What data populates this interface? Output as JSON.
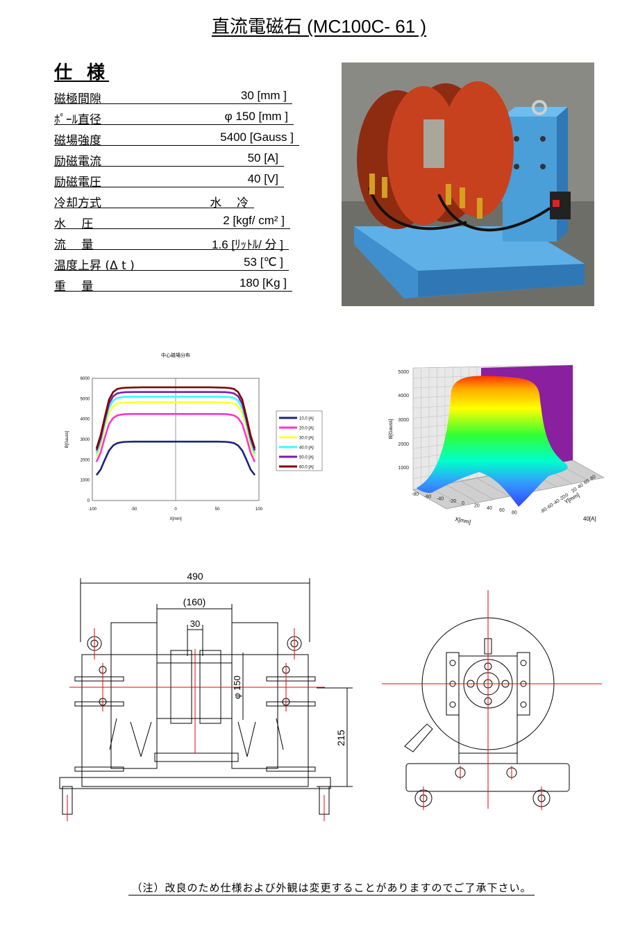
{
  "title": "直流電磁石 (MC100C- 61 )",
  "spec_heading": "仕 様",
  "specs": [
    {
      "label": "磁極間隙",
      "value": "30 [mm ]"
    },
    {
      "label": "ﾎﾟｰﾙ直径",
      "value": "φ 150 [mm ]"
    },
    {
      "label": "磁場強度",
      "value": "5400 [Gauss ]"
    },
    {
      "label": "励磁電流",
      "value": "50 [A]"
    },
    {
      "label": "励磁電圧",
      "value": "40 [V]"
    },
    {
      "label": "冷却方式",
      "value": "水　 冷"
    },
    {
      "label": "水　 圧",
      "value": "2 [kgf/ cm² ]"
    },
    {
      "label": "流　 量",
      "value": "1.6 [ﾘｯﾄﾙ/ 分 ]"
    },
    {
      "label": "温度上昇 (Δ t )",
      "value": "53 [℃ ]"
    },
    {
      "label": "重　 量",
      "value": "180 [Kg ]"
    }
  ],
  "chart_data": [
    {
      "type": "line",
      "title": "中心磁場分布",
      "xlabel": "X[mm]",
      "ylabel": "B[Gauss]",
      "xlim": [
        -100,
        100
      ],
      "ylim": [
        0,
        6000
      ],
      "x_ticks": [
        "-100",
        "-50",
        "0",
        "50",
        "100"
      ],
      "y_ticks": [
        "0",
        "1000",
        "2000",
        "3000",
        "4000",
        "5000",
        "6000"
      ],
      "grid": false,
      "legend": "right",
      "x": [
        -100,
        -95,
        -90,
        -85,
        -80,
        -75,
        -70,
        -65,
        -60,
        -50,
        -40,
        -20,
        0,
        20,
        40,
        50,
        60,
        65,
        70,
        75,
        80,
        85,
        90,
        95,
        100
      ],
      "series": [
        {
          "name": "10.0 [A]",
          "color": "#1a237e",
          "values": [
            null,
            1250,
            1520,
            2000,
            2450,
            2700,
            2820,
            2860,
            2880,
            2890,
            2890,
            2890,
            2890,
            2890,
            2890,
            2890,
            2880,
            2860,
            2820,
            2700,
            2450,
            2000,
            1520,
            1250,
            null
          ]
        },
        {
          "name": "20.0 [A]",
          "color": "#ff33cc",
          "values": [
            null,
            1900,
            2350,
            3100,
            3750,
            4050,
            4180,
            4220,
            4240,
            4250,
            4250,
            4250,
            4250,
            4250,
            4250,
            4250,
            4240,
            4220,
            4180,
            4050,
            3750,
            3100,
            2350,
            1900,
            null
          ]
        },
        {
          "name": "30.0 [A]",
          "color": "#ffff33",
          "values": [
            null,
            2150,
            2700,
            3600,
            4300,
            4620,
            4760,
            4800,
            4810,
            4820,
            4820,
            4820,
            4820,
            4820,
            4820,
            4820,
            4810,
            4800,
            4760,
            4620,
            4300,
            3600,
            2700,
            2150,
            null
          ]
        },
        {
          "name": "40.0 [A]",
          "color": "#33ffff",
          "values": [
            null,
            2300,
            2900,
            3800,
            4550,
            4900,
            5040,
            5080,
            5090,
            5100,
            5100,
            5100,
            5100,
            5100,
            5100,
            5100,
            5090,
            5080,
            5040,
            4900,
            4550,
            3800,
            2900,
            2300,
            null
          ]
        },
        {
          "name": "50.0 [A]",
          "color": "#7b1fa2",
          "values": [
            null,
            2450,
            3050,
            3950,
            4750,
            5120,
            5260,
            5300,
            5320,
            5330,
            5330,
            5330,
            5330,
            5330,
            5330,
            5330,
            5320,
            5300,
            5260,
            5120,
            4750,
            3950,
            3050,
            2450,
            null
          ]
        },
        {
          "name": "60.0 [A]",
          "color": "#800000",
          "values": [
            null,
            2550,
            3200,
            4100,
            4950,
            5330,
            5480,
            5520,
            5540,
            5550,
            5560,
            5560,
            5560,
            5560,
            5560,
            5550,
            5540,
            5520,
            5480,
            5330,
            4950,
            4100,
            3200,
            2550,
            null
          ]
        }
      ]
    },
    {
      "type": "surface",
      "xlabel": "X[mm]",
      "ylabel": "Y[mm]",
      "zlabel": "B[Gauss]",
      "annotation": "40[A]",
      "z_ticks": [
        "1000",
        "2000",
        "3000",
        "4000",
        "5000"
      ],
      "x_ticks": [
        "-80",
        "-60",
        "-40",
        "-20",
        "0",
        "20",
        "40",
        "60",
        "80"
      ],
      "y_ticks": [
        "-80",
        "-60",
        "-40",
        "-20",
        "0",
        "20",
        "40",
        "60",
        "80"
      ],
      "zlim": [
        0,
        5000
      ]
    }
  ],
  "drawing": {
    "dim_490": "490",
    "dim_160": "(160)",
    "dim_30": "30",
    "dim_150": "φ 150",
    "dim_215": "215"
  },
  "note": "（注）改良のため仕様および外観は変更することがありますのでご了承下さい。",
  "colors": {
    "coil": "#c8411e",
    "frame": "#4a9fd8",
    "background_wall": "#7a7a72"
  }
}
